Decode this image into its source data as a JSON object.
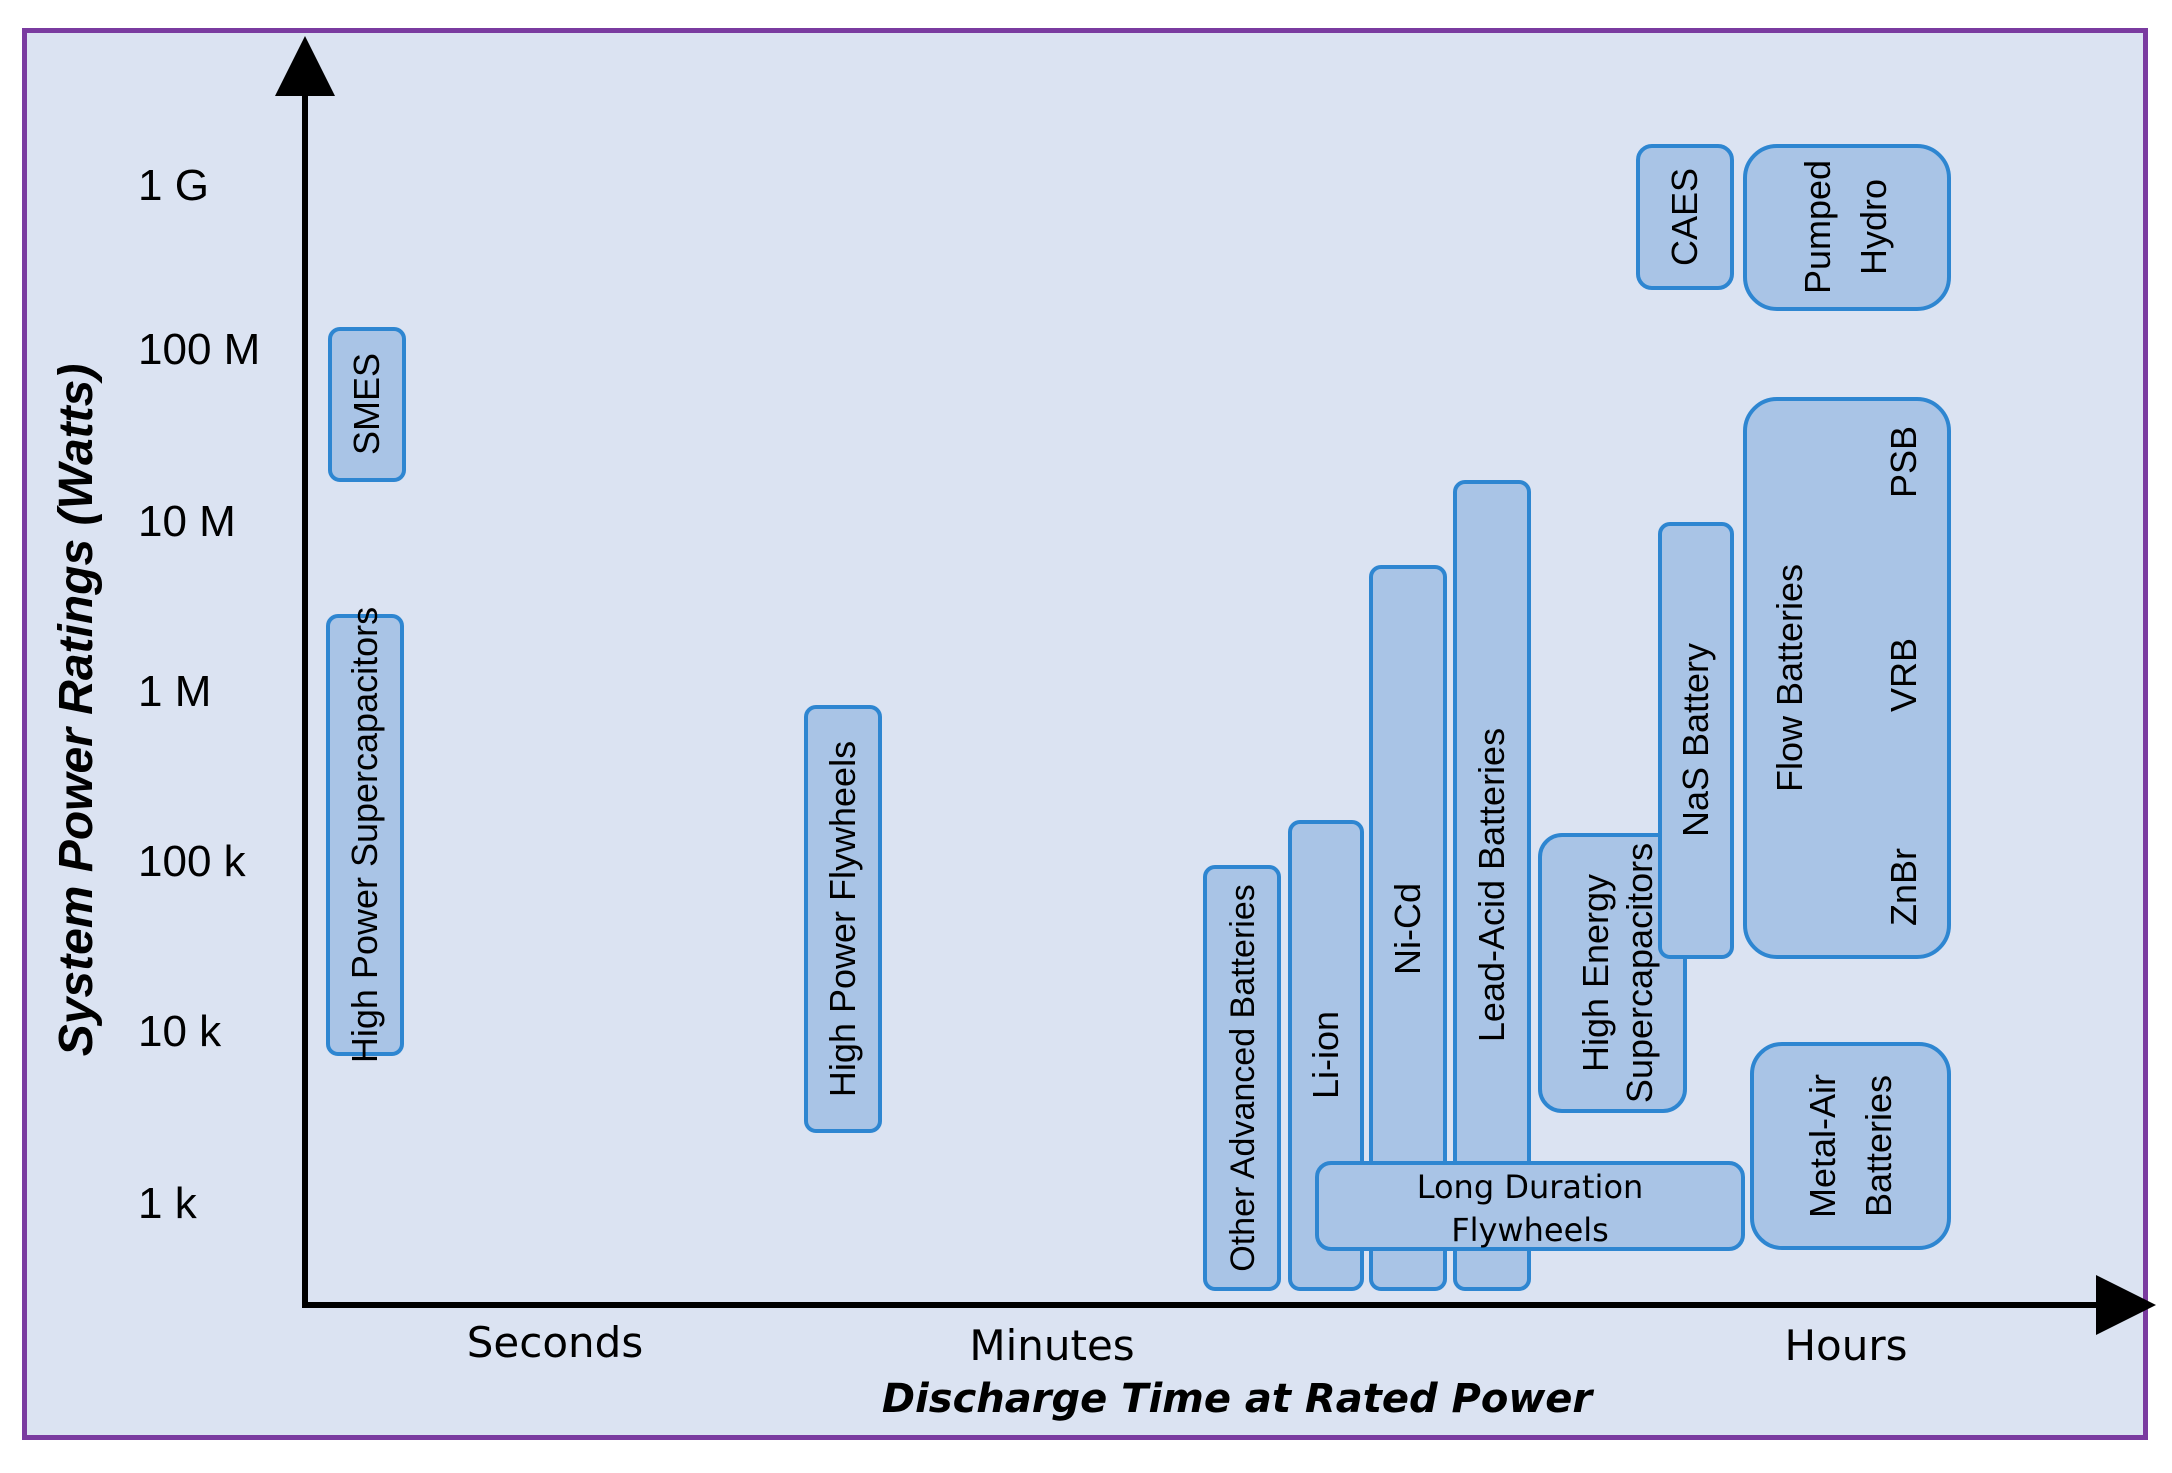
{
  "axes": {
    "y_title": "System Power Ratings (Watts)",
    "x_title": "Discharge Time at Rated Power",
    "y_ticks": [
      "1 G",
      "100 M",
      "10 M",
      "1 M",
      "100 k",
      "10 k",
      "1 k"
    ],
    "x_categories": [
      "Seconds",
      "Minutes",
      "Hours"
    ]
  },
  "technologies": [
    {
      "id": "sme",
      "label": "SMES"
    },
    {
      "id": "hps",
      "label": "High Power Supercapacitors"
    },
    {
      "id": "hpf",
      "label": "High Power Flywheels"
    },
    {
      "id": "oab",
      "label": "Other Advanced Batteries"
    },
    {
      "id": "lii",
      "label": "Li-ion"
    },
    {
      "id": "nicd",
      "label": "Ni-Cd"
    },
    {
      "id": "lab",
      "label": "Lead-Acid Batteries"
    },
    {
      "id": "hes",
      "label": [
        "High Energy",
        "Supercapacitors"
      ]
    },
    {
      "id": "nas",
      "label": "NaS Battery"
    },
    {
      "id": "caes",
      "label": "CAES"
    },
    {
      "id": "ph",
      "label": [
        "Pumped",
        "Hydro"
      ]
    },
    {
      "id": "flow",
      "label": "Flow Batteries",
      "sublabels": [
        "PSB",
        "VRB",
        "ZnBr"
      ]
    },
    {
      "id": "ma",
      "label": [
        "Metal-Air",
        "Batteries"
      ]
    },
    {
      "id": "ldf",
      "label": [
        "Long Duration",
        "Flywheels"
      ]
    }
  ],
  "colors": {
    "box_fill": "#a9c4e6",
    "box_stroke": "#2e86d1",
    "background": "#dbe3f2",
    "frame": "#7a3ba0"
  }
}
